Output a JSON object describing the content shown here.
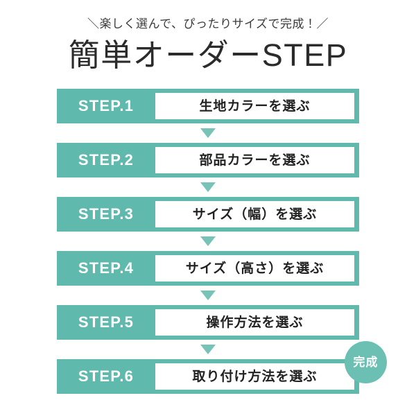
{
  "header": {
    "subtitle": "＼楽しく選んで、ぴったりサイズで完成！／",
    "title": "簡単オーダーSTEP"
  },
  "steps": [
    {
      "label": "STEP.1",
      "text": "生地カラーを選ぶ"
    },
    {
      "label": "STEP.2",
      "text": "部品カラーを選ぶ"
    },
    {
      "label": "STEP.3",
      "text": "サイズ（幅）を選ぶ"
    },
    {
      "label": "STEP.4",
      "text": "サイズ（高さ）を選ぶ"
    },
    {
      "label": "STEP.5",
      "text": "操作方法を選ぶ"
    },
    {
      "label": "STEP.6",
      "text": "取り付け方法を選ぶ"
    }
  ],
  "badge": {
    "text": "完成"
  },
  "colors": {
    "teal": "#5fb9ad",
    "teal_arrow": "#77c3b8",
    "teal_badge": "#6bbfb3",
    "panel": "#ffffff",
    "title_text": "#2b2b2b",
    "subtitle_text": "#3a3a3a",
    "step_text": "#222222",
    "label_text": "#ffffff"
  }
}
